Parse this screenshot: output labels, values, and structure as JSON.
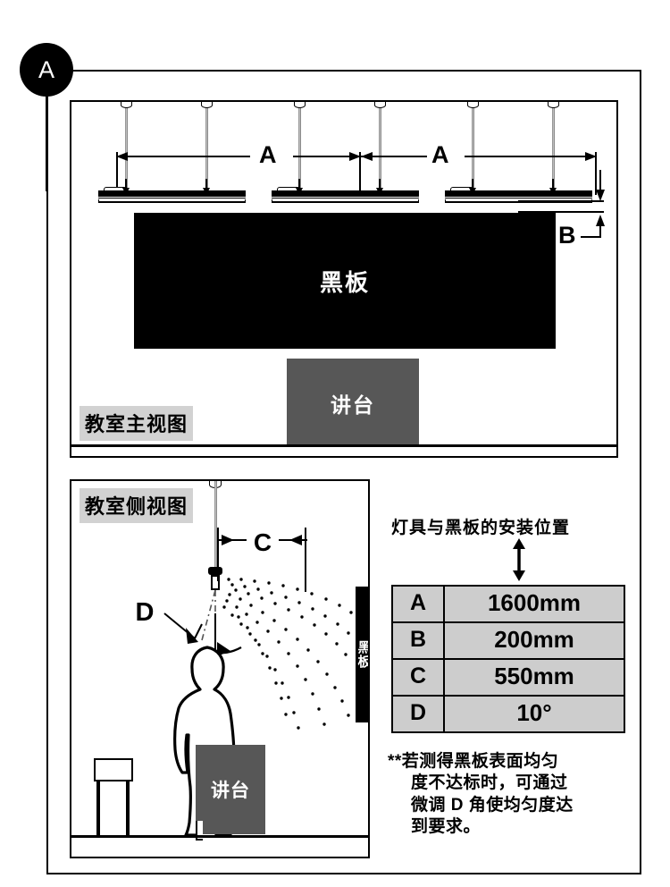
{
  "badge": {
    "label": "A"
  },
  "front_view": {
    "tag": "教室主视图",
    "blackboard_label": "黑板",
    "podium_label": "讲台",
    "dimension_a_1": "A",
    "dimension_a_2": "A",
    "dimension_b": "B"
  },
  "side_view": {
    "tag": "教室侧视图",
    "blackboard_label": "黑板",
    "podium_label": "讲台",
    "dimension_c": "C",
    "dimension_d": "D"
  },
  "spec": {
    "title": "灯具与黑板的安装位置",
    "rows": [
      {
        "key": "A",
        "value": "1600mm"
      },
      {
        "key": "B",
        "value": "200mm"
      },
      {
        "key": "C",
        "value": "550mm"
      },
      {
        "key": "D",
        "value": "10°"
      }
    ]
  },
  "footnote": {
    "line1": "**若测得黑板表面均匀",
    "line2": "度不达标时，可通过",
    "line3": "微调 D 角使均匀度达",
    "line4": "到要求。"
  },
  "colors": {
    "blackboard": "#000000",
    "podium": "#575757",
    "tag_background": "#d2d2d2",
    "table_background": "#cdcdcd",
    "wire": "#9a9a9a"
  }
}
